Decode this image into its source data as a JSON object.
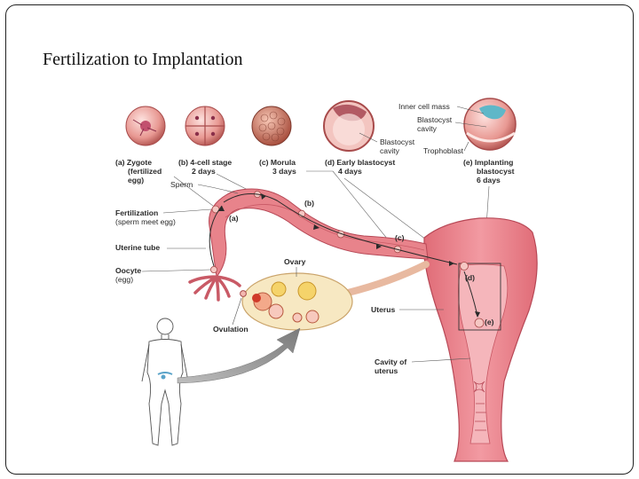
{
  "slide": {
    "title": "Fertilization to Implantation"
  },
  "labels": {
    "inner_cell_mass": "Inner cell mass",
    "blastocyst_cavity_1": "Blastocyst",
    "blastocyst_cavity_2": "cavity",
    "blastocyst_cavity_b1": "Blastocyst",
    "blastocyst_cavity_b2": "cavity",
    "trophoblast": "Trophoblast",
    "zygote_1": "(a) Zygote",
    "zygote_2": "(fertilized",
    "zygote_3": "egg)",
    "four_cell_1": "(b) 4-cell stage",
    "four_cell_2": "2 days",
    "morula_1": "(c) Morula",
    "morula_2": "3 days",
    "early_blast_1": "(d) Early blastocyst",
    "early_blast_2": "4 days",
    "implanting_1": "(e) Implanting",
    "implanting_2": "blastocyst",
    "implanting_3": "6 days",
    "sperm": "Sperm",
    "fertilization_1": "Fertilization",
    "fertilization_2": "(sperm meet egg)",
    "uterine_tube": "Uterine tube",
    "oocyte_1": "Oocyte",
    "oocyte_2": "(egg)",
    "ovary": "Ovary",
    "ovulation": "Ovulation",
    "uterus": "Uterus",
    "cavity_1": "Cavity of",
    "cavity_2": "uterus",
    "marker_a": "(a)",
    "marker_b": "(b)",
    "marker_c": "(c)",
    "marker_d": "(d)",
    "marker_e": "(e)"
  },
  "colors": {
    "tissue": "#e87d86",
    "tissue_dark": "#c84c5a",
    "ovary": "#f6e7c0",
    "cell": "#f2b9b6",
    "arrow_gray": "#8c8c8c"
  }
}
